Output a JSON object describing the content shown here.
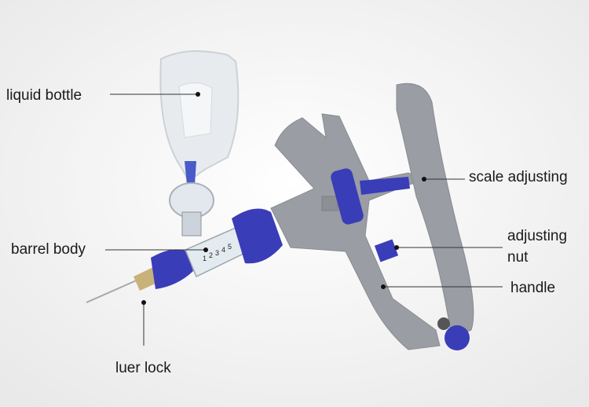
{
  "labels": {
    "liquid_bottle": "liquid bottle",
    "scale_adjusting": "scale adjusting",
    "barrel_body": "barrel body",
    "adjusting_nut_1": "adjusting",
    "adjusting_nut_2": "nut",
    "handle": "handle",
    "luer_lock": "luer lock"
  },
  "barrel_scale": [
    "1",
    "2",
    "3",
    "4",
    "5"
  ],
  "colors": {
    "blue": "#3a3db8",
    "gray": "#9a9da3",
    "background": "#f4f4f4"
  }
}
